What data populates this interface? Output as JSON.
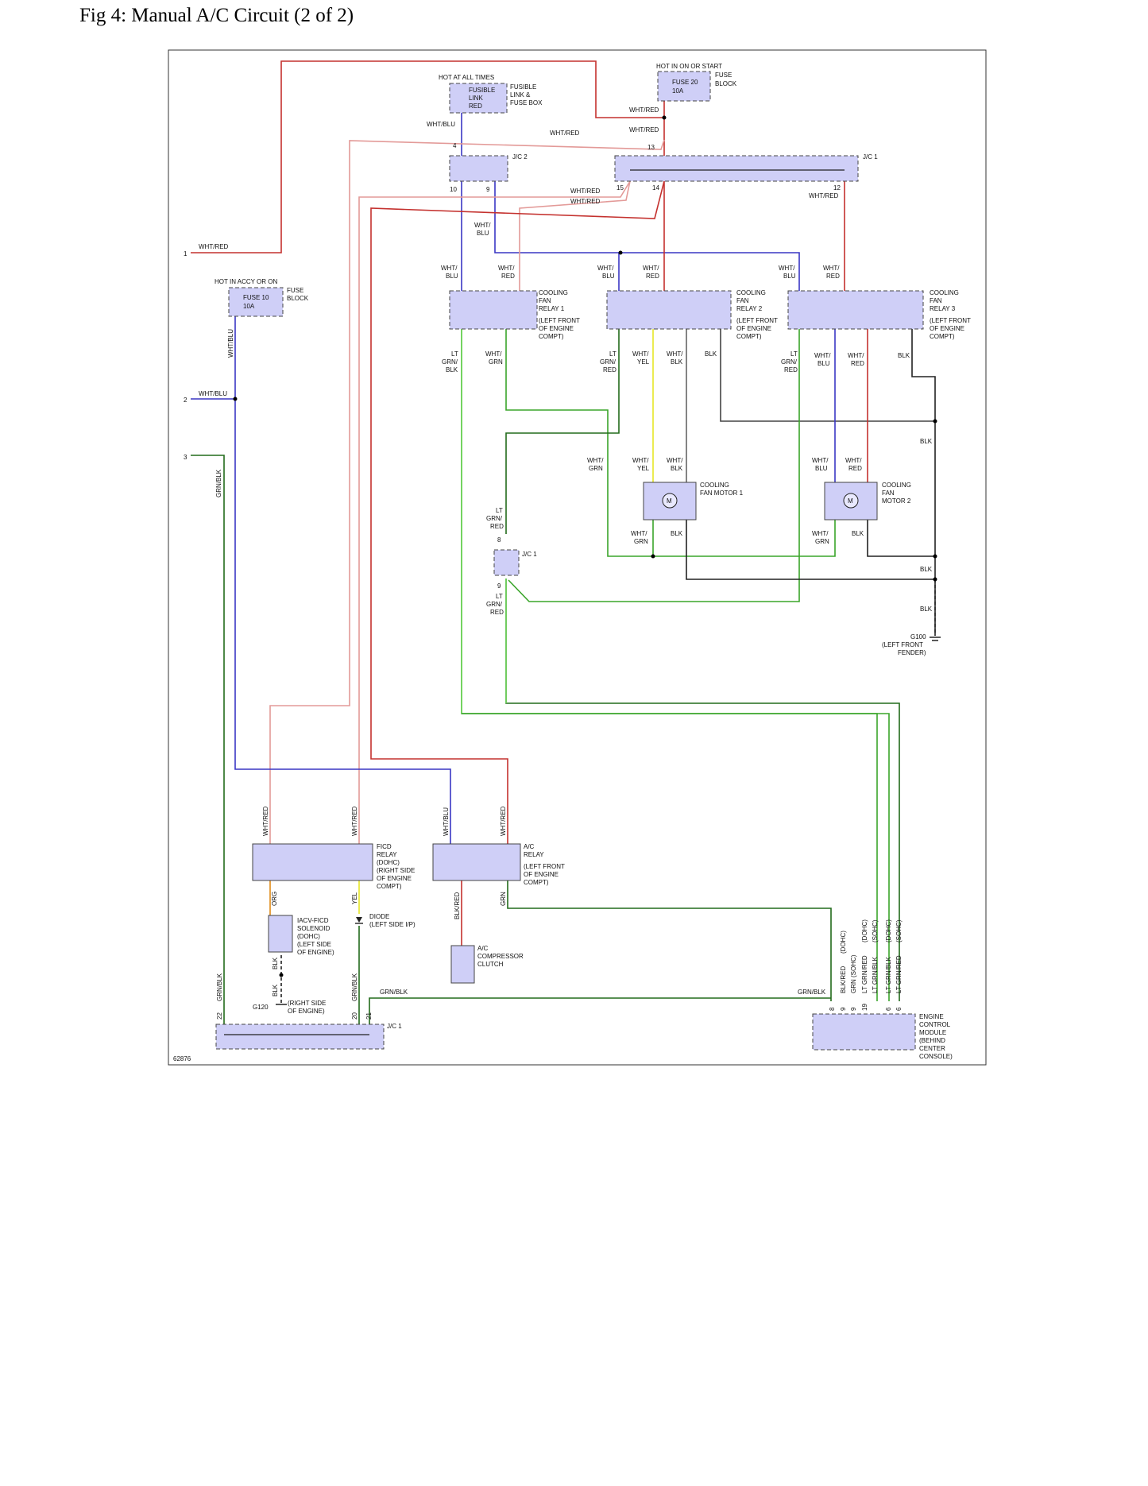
{
  "title": "Fig 4: Manual A/C Circuit (2 of 2)",
  "figure_id": "62876",
  "colors": {
    "red": "#c4312e",
    "pink": "#e39a98",
    "blue": "#3a37c4",
    "green": "#3aa52a",
    "light_green": "#6fd65a",
    "dark_green": "#226b1b",
    "yellow": "#e6e626",
    "black": "#222222",
    "gray": "#888888",
    "orange": "#e08a18",
    "component_fill": "#cfcff7"
  },
  "connectors": [
    {
      "number": "1",
      "wire": "WHT/RED"
    },
    {
      "number": "2",
      "wire": "WHT/BLU"
    },
    {
      "number": "3",
      "wire": "GRN/BLK"
    }
  ],
  "fuse_link": {
    "hot": "HOT AT ALL TIMES",
    "inner": [
      "FUSIBLE",
      "LINK",
      "RED"
    ],
    "label": [
      "FUSIBLE",
      "LINK &",
      "FUSE BOX"
    ],
    "wire_out": "WHT/BLU"
  },
  "fuse20": {
    "hot": "HOT IN ON OR START",
    "inner": [
      "FUSE 20",
      "10A"
    ],
    "label": [
      "FUSE",
      "BLOCK"
    ],
    "wire_out": "WHT/RED"
  },
  "fuse10": {
    "hot": "HOT IN ACCY OR ON",
    "inner": [
      "FUSE 10",
      "10A"
    ],
    "label": [
      "FUSE",
      "BLOCK"
    ],
    "wire_out": "WHT/BLU"
  },
  "jc2": {
    "label": "J/C 2",
    "pin_in": "4",
    "pins_out": [
      "10",
      "9"
    ]
  },
  "jc1_top": {
    "label": "J/C 1",
    "pin_in": "13",
    "pins_out": [
      "15",
      "14",
      "12"
    ],
    "wire_12": "WHT/RED"
  },
  "misc_wires": {
    "wht_red": "WHT/RED",
    "wht_blu_stack": [
      "WHT/",
      "BLU"
    ]
  },
  "relay1": {
    "title": [
      "COOLING",
      "FAN",
      "RELAY 1"
    ],
    "location": [
      "(LEFT FRONT",
      "OF ENGINE",
      "COMPT)"
    ],
    "in_wires": [
      [
        "WHT/",
        "BLU"
      ],
      [
        "WHT/",
        "RED"
      ]
    ],
    "out_wires": [
      [
        "LT",
        "GRN/",
        "BLK"
      ],
      [
        "WHT/",
        "GRN"
      ]
    ]
  },
  "relay2": {
    "title": [
      "COOLING",
      "FAN",
      "RELAY 2"
    ],
    "location": [
      "(LEFT FRONT",
      "OF ENGINE",
      "COMPT)"
    ],
    "in_wires": [
      [
        "WHT/",
        "BLU"
      ],
      [
        "WHT/",
        "RED"
      ]
    ],
    "out_wires": [
      [
        "LT",
        "GRN/",
        "RED"
      ],
      [
        "WHT/",
        "YEL"
      ],
      [
        "WHT/",
        "BLK"
      ],
      [
        "BLK"
      ]
    ]
  },
  "relay3": {
    "title": [
      "COOLING",
      "FAN",
      "RELAY 3"
    ],
    "location": [
      "(LEFT FRONT",
      "OF ENGINE",
      "COMPT)"
    ],
    "in_wires": [
      [
        "WHT/",
        "BLU"
      ],
      [
        "WHT/",
        "RED"
      ]
    ],
    "out_wires": [
      [
        "LT",
        "GRN/",
        "RED"
      ],
      [
        "WHT/",
        "BLU"
      ],
      [
        "WHT/",
        "RED"
      ],
      [
        "BLK"
      ]
    ]
  },
  "motor1": {
    "title": [
      "COOLING",
      "FAN MOTOR 1"
    ],
    "in_wires": [
      [
        "WHT/",
        "GRN"
      ],
      [
        "WHT/",
        "YEL"
      ],
      [
        "WHT/",
        "BLK"
      ]
    ],
    "out_wires": [
      [
        "WHT/",
        "GRN"
      ],
      [
        "BLK"
      ]
    ]
  },
  "motor2": {
    "title": [
      "COOLING",
      "FAN",
      "MOTOR 2"
    ],
    "in_wires": [
      [
        "WHT/",
        "BLU"
      ],
      [
        "WHT/",
        "RED"
      ]
    ],
    "out_wires": [
      [
        "WHT/",
        "GRN"
      ],
      [
        "BLK"
      ]
    ]
  },
  "motor_symbol": "M",
  "jc1_mid": {
    "label": "J/C 1",
    "pin_in": "8",
    "pin_out": "9",
    "wire_in": [
      "LT",
      "GRN/",
      "RED"
    ],
    "wire_out": [
      "LT",
      "GRN/",
      "RED"
    ]
  },
  "ground_g100": {
    "label": [
      "G100",
      "(LEFT FRONT",
      "FENDER)"
    ],
    "wires": [
      "BLK",
      "BLK",
      "BLK"
    ]
  },
  "ficd_relay": {
    "title": [
      "FICD",
      "RELAY",
      "(DOHC)",
      "(RIGHT SIDE",
      "OF ENGINE",
      "COMPT)"
    ],
    "in_wires": [
      "WHT/RED",
      "WHT/RED"
    ],
    "out_wires": [
      "ORG",
      "YEL"
    ]
  },
  "ac_relay": {
    "title": [
      "A/C",
      "RELAY",
      "(LEFT FRONT",
      "OF ENGINE",
      "COMPT)"
    ],
    "in_wires": [
      "WHT/BLU",
      "WHT/RED"
    ],
    "out_wires": [
      "BLK/RED",
      "GRN"
    ]
  },
  "iacv": {
    "title": [
      "IACV-FICD",
      "SOLENOID",
      "(DOHC)",
      "(LEFT SIDE",
      "OF ENGINE)"
    ],
    "wires": [
      "BLK",
      "BLK"
    ]
  },
  "diode": {
    "label": [
      "DIODE",
      "(LEFT SIDE I/P)"
    ]
  },
  "compressor": {
    "title": [
      "A/C",
      "COMPRESSOR",
      "CLUTCH"
    ]
  },
  "ground_g120": {
    "label": "G120",
    "location": [
      "(RIGHT SIDE",
      "OF ENGINE)"
    ]
  },
  "jc1_bottom": {
    "label": "J/C 1",
    "pins": [
      "22",
      "20",
      "21"
    ],
    "wires": [
      "GRN/BLK",
      "GRN/BLK"
    ]
  },
  "grn_blk_bus": [
    "GRN/BLK",
    "GRN/BLK"
  ],
  "ecm": {
    "title": [
      "ENGINE",
      "CONTROL",
      "MODULE",
      "(BEHIND",
      "CENTER",
      "CONSOLE)"
    ],
    "pins": [
      "8",
      "9",
      "9",
      "19",
      "6",
      "6"
    ],
    "wires": [
      "BLK/RED",
      "GRN (SOHC)",
      "LT GRN/RED",
      "LT GRN/BLK",
      "LT GRN/BLK",
      "LT GRN/RED"
    ],
    "variants": [
      "(DOHC)",
      "(DOHC)",
      "(SOHC)",
      "(DOHC)",
      "(SOHC)"
    ]
  }
}
